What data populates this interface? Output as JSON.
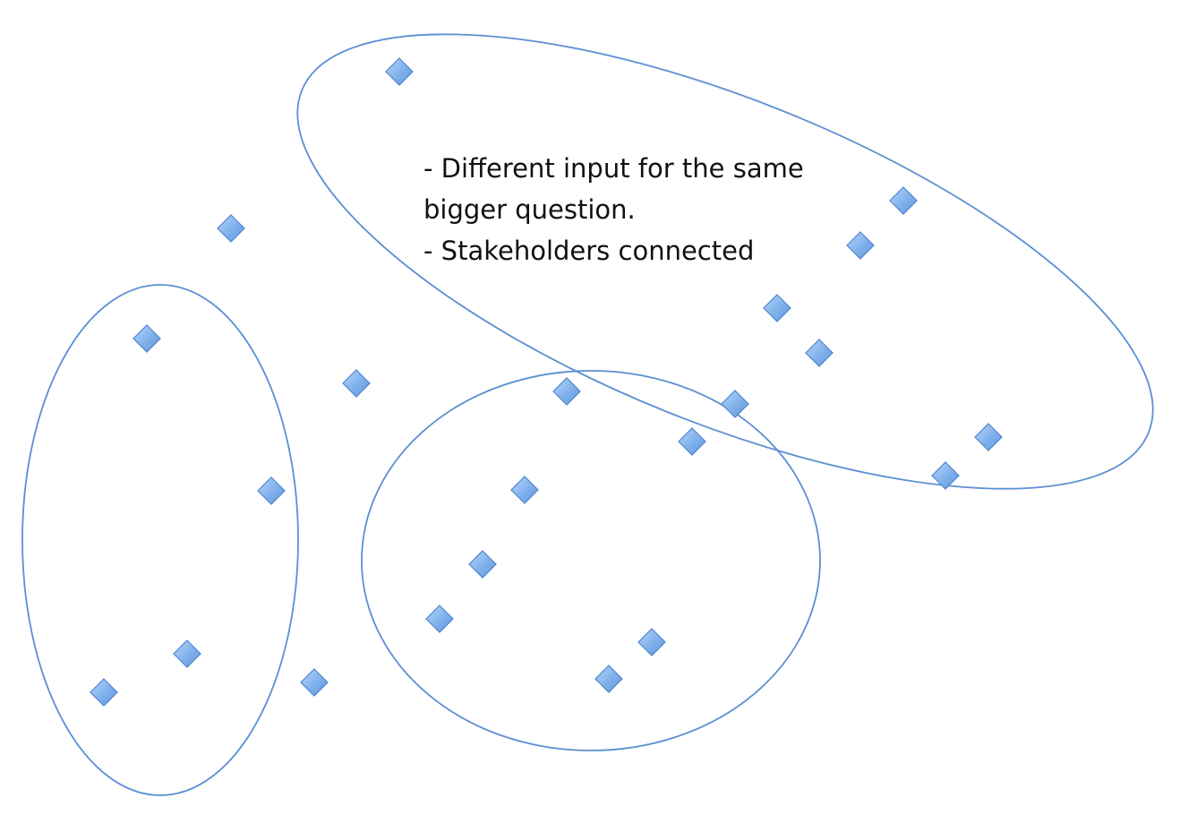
{
  "diagram": {
    "annotation_lines": [
      "- Different input for the same",
      "bigger question.",
      "- Stakeholders connected"
    ],
    "colors": {
      "background": "#ffffff",
      "ellipse_stroke": "#5b8fd3",
      "diamond_fill": "#7fb0ea",
      "diamond_stroke": "#4f86cf",
      "text": "#111111"
    }
  }
}
